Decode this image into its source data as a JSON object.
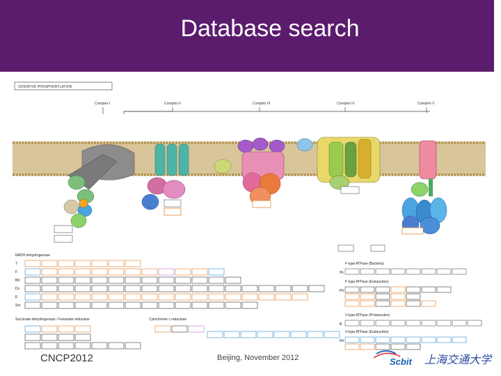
{
  "slide": {
    "title": "Database search",
    "footer_left": "CNCP2012",
    "footer_center": "Beijing, November 2012",
    "logo_scbit": "Scbit",
    "logo_sjtu": "上海交通大学"
  },
  "colors": {
    "title_bar": "#5b1c6d",
    "title_text": "#ffffff",
    "membrane": "#c8a85a",
    "complex1": "#8a8a8a",
    "complex2": "#3aa69a",
    "complex3": "#d36fa0",
    "complex4": "#e8c93a",
    "complex5": "#4a8fd0"
  },
  "figure": {
    "header": "OXIDATIVE PHOSPHORYLATION",
    "complexes": [
      "Complex I",
      "Complex II",
      "Complex III",
      "Complex IV",
      "Complex V"
    ],
    "table_rows_left": [
      "T",
      "F",
      "Bd",
      "Dv",
      "E",
      "Sm"
    ],
    "table_rows_right": [
      "Pk",
      "Ph",
      "B",
      "Rh"
    ],
    "table_label_left": "NADH dehydrogenase",
    "table_label_left2": "Succinate dehydrogenase / Fumarate reductase",
    "table_label_mid": "Cytochrome c reductase",
    "table_label_right1": "F-type ATPase (Bacteria)",
    "table_label_right2": "F-type ATPase (Eukaryotes)",
    "table_label_right3": "V-type ATPase (Prokaryotes)",
    "table_label_right4": "V-type ATPase (Eukaryotes)"
  }
}
